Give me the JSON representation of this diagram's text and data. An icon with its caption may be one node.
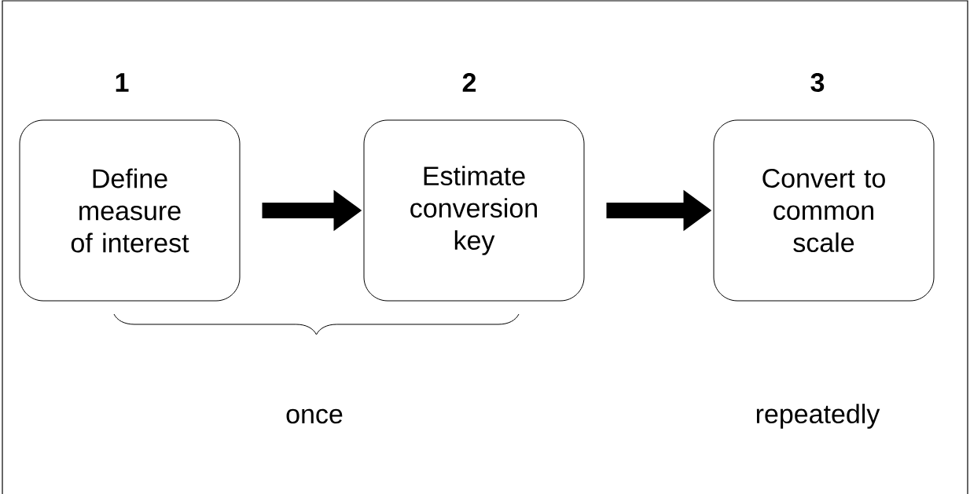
{
  "diagram": {
    "nodes": [
      {
        "text": [
          "1",
          "Define measure of interest"
        ]
      },
      {
        "text": [
          "2",
          "Estimate conversion key"
        ]
      },
      {
        "text": [
          "3",
          "Convert to common scale"
        ]
      }
    ],
    "edges": [
      {
        "from": 0,
        "to": 1,
        "arrow": "to"
      },
      {
        "from": 1,
        "to": 2,
        "arrow": "to"
      }
    ],
    "labels": [
      "once",
      "repeatedly"
    ]
  }
}
